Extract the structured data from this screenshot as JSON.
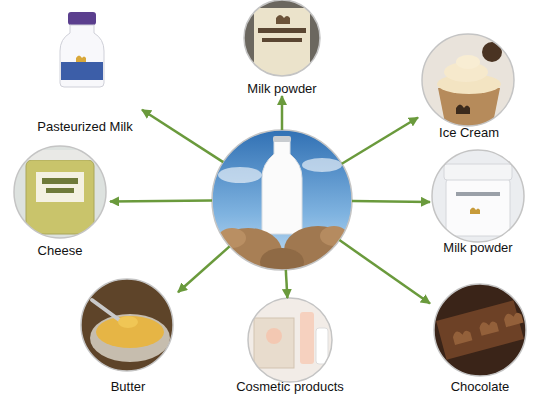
{
  "diagram": {
    "nodes": [
      {
        "text": [
          "Milk powder"
        ]
      },
      {
        "text": [
          "Pasteurized Milk"
        ]
      },
      {
        "text": [
          "Ice Cream"
        ]
      },
      {
        "text": [
          "Cheese"
        ]
      },
      {
        "text": []
      },
      {
        "text": [
          "Milk powder"
        ]
      },
      {
        "text": [
          "Butter"
        ]
      },
      {
        "text": [
          "Cosmetic products"
        ]
      },
      {
        "text": [
          "Chocolate"
        ]
      }
    ],
    "edges": [
      {
        "from": 4,
        "to": 0,
        "arrow": "to"
      },
      {
        "from": 4,
        "to": 1,
        "arrow": "to"
      },
      {
        "from": 4,
        "to": 2,
        "arrow": "to"
      },
      {
        "from": 4,
        "to": 3,
        "arrow": "to"
      },
      {
        "from": 4,
        "to": 5,
        "arrow": "to"
      },
      {
        "from": 4,
        "to": 6,
        "arrow": "to"
      },
      {
        "from": 4,
        "to": 7,
        "arrow": "to"
      },
      {
        "from": 4,
        "to": 8,
        "arrow": "to"
      }
    ]
  }
}
